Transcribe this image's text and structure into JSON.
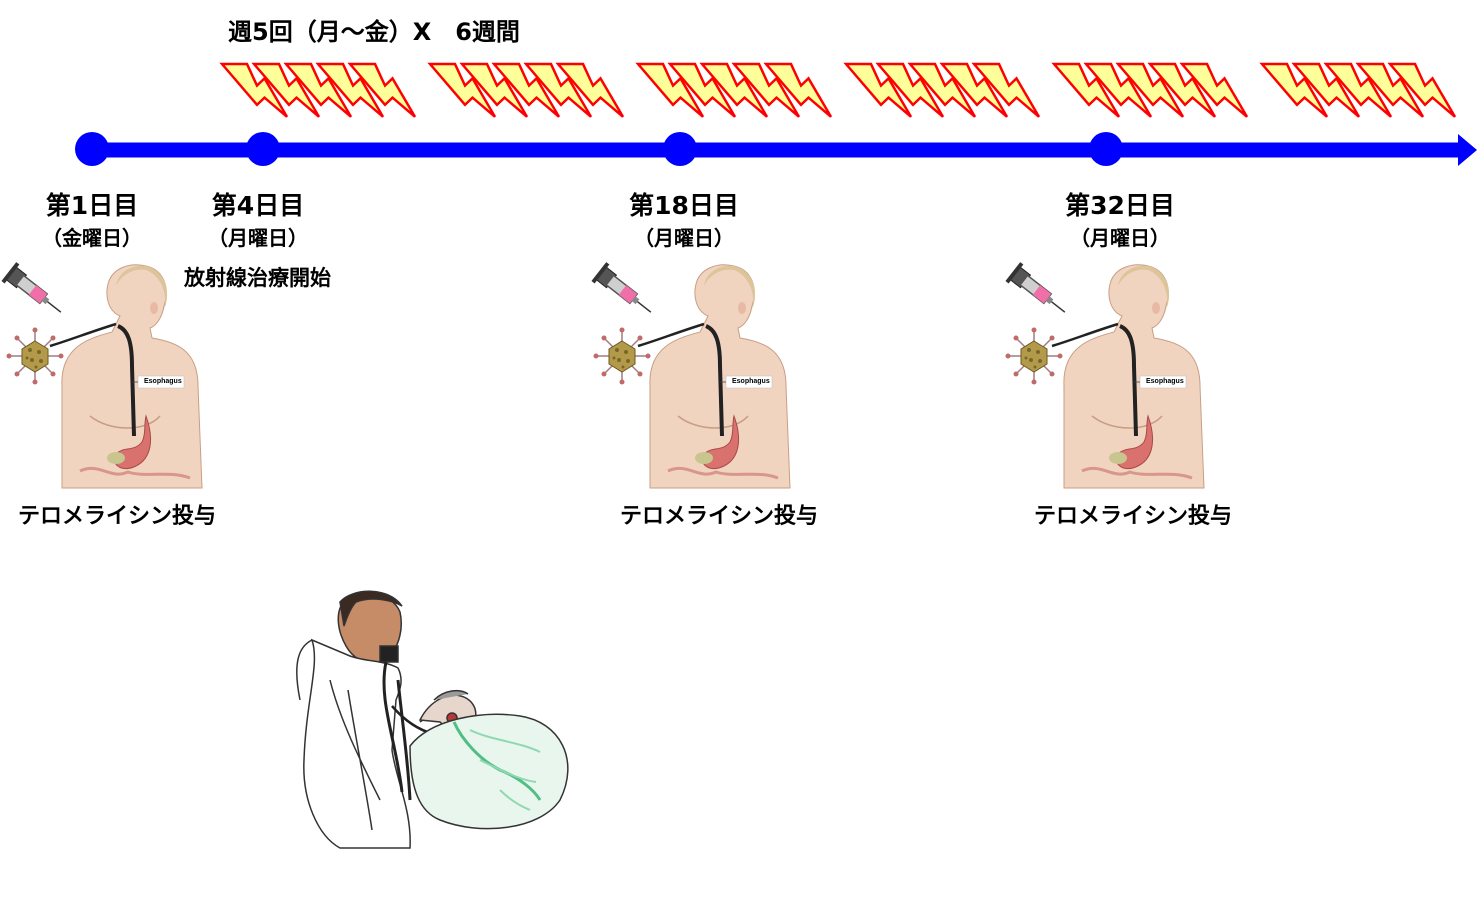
{
  "schedule": {
    "title": "週5回（月～金）X　6週間"
  },
  "colors": {
    "timeline": "#0000ff",
    "bolt_fill": "#ffff99",
    "bolt_stroke": "#ff0000"
  },
  "milestones": [
    {
      "day": "第1日目",
      "weekday": "（金曜日）"
    },
    {
      "day": "第4日目",
      "weekday": "（月曜日）",
      "note": "放射線治療開始"
    },
    {
      "day": "第18日目",
      "weekday": "（月曜日）"
    },
    {
      "day": "第32日目",
      "weekday": "（月曜日）"
    }
  ],
  "anatomy_label": "Esophagus",
  "administration_label": "テロメライシン投与",
  "radiation": {
    "weeks": 6,
    "sessions_per_week": 5
  },
  "icons": [
    "lightning-bolt-icon",
    "syringe-icon",
    "virus-icon",
    "torso-illustration",
    "endoscopy-illustration"
  ]
}
